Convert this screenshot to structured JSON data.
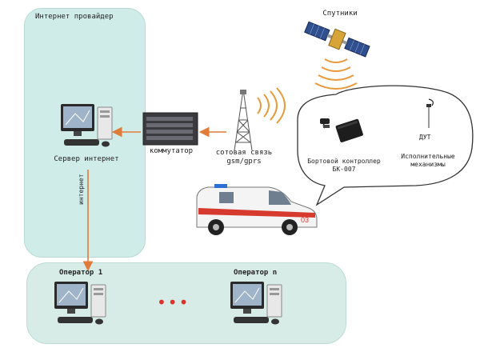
{
  "provider_zone": {
    "label": "Интернет провайдер"
  },
  "server": {
    "label": "Сервер интернет"
  },
  "link_label": "интернет",
  "switch": {
    "label": "коммутатор"
  },
  "tower": {
    "label_line1": "сотовая связь",
    "label_line2": "gsm/gprs"
  },
  "satellite": {
    "label": "Спутники"
  },
  "controller": {
    "label_line1": "Бортовой контроллер",
    "label_line2": "БК-007"
  },
  "dut": {
    "label": "ДУТ"
  },
  "actuators": {
    "label_line1": "Исполнительные",
    "label_line2": "механизмы"
  },
  "operators_zone": {
    "operator_first": "Оператор 1",
    "operator_last": "Оператор n",
    "ellipsis": "•••"
  },
  "colors": {
    "zone_fill": "#cfece8",
    "operators_fill": "#d7ece6",
    "arrow_orange": "#e07b39",
    "ambulance_stripe": "#d63a2e",
    "ellipsis_red": "#e0302a"
  },
  "icons": {
    "server": "computer-workstation-icon",
    "switch": "network-switch-icon",
    "tower": "cell-tower-icon",
    "satellite": "satellite-icon",
    "controller": "controller-box-icon",
    "dut": "fuel-sensor-icon",
    "vehicle": "ambulance-icon"
  }
}
